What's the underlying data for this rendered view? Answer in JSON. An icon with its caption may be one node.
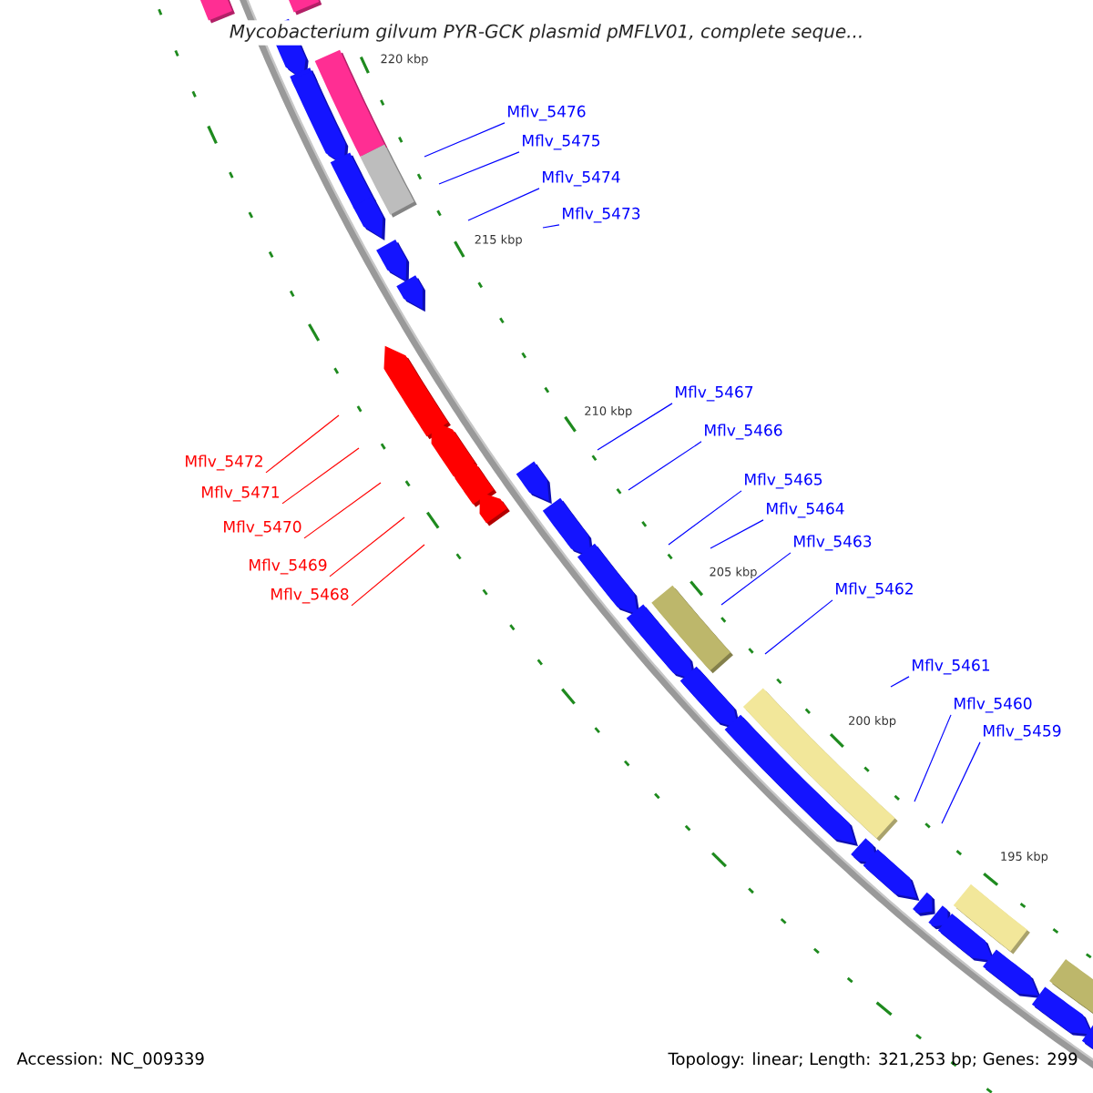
{
  "diagram": {
    "title": "Mycobacterium gilvum PYR-GCK plasmid pMFLV01, complete seque...",
    "nodes": [
      {
        "text": [
          "Mflv_5476"
        ]
      },
      {
        "text": [
          "Mflv_5475"
        ]
      },
      {
        "text": [
          "Mflv_5474"
        ]
      },
      {
        "text": [
          "Mflv_5473"
        ]
      },
      {
        "text": [
          "Mflv_5472"
        ]
      },
      {
        "text": [
          "Mflv_5471"
        ]
      },
      {
        "text": [
          "Mflv_5470"
        ]
      },
      {
        "text": [
          "Mflv_5469"
        ]
      },
      {
        "text": [
          "Mflv_5468"
        ]
      },
      {
        "text": [
          "Mflv_5467"
        ]
      },
      {
        "text": [
          "Mflv_5466"
        ]
      },
      {
        "text": [
          "Mflv_5465"
        ]
      },
      {
        "text": [
          "Mflv_5464"
        ]
      },
      {
        "text": [
          "Mflv_5463"
        ]
      },
      {
        "text": [
          "Mflv_5462"
        ]
      },
      {
        "text": [
          "Mflv_5461"
        ]
      },
      {
        "text": [
          "Mflv_5460"
        ]
      },
      {
        "text": [
          "Mflv_5459"
        ]
      }
    ],
    "edges": [
      {
        "from": 0,
        "to": null,
        "arrow": "none"
      },
      {
        "from": 1,
        "to": null,
        "arrow": "none"
      },
      {
        "from": 2,
        "to": null,
        "arrow": "none"
      },
      {
        "from": 3,
        "to": null,
        "arrow": "none"
      },
      {
        "from": 4,
        "to": null,
        "arrow": "none",
        "color": "#ff0000"
      },
      {
        "from": 5,
        "to": null,
        "arrow": "none",
        "color": "#ff0000"
      },
      {
        "from": 6,
        "to": null,
        "arrow": "none",
        "color": "#ff0000"
      },
      {
        "from": 7,
        "to": null,
        "arrow": "none",
        "color": "#ff0000"
      },
      {
        "from": 8,
        "to": null,
        "arrow": "none",
        "color": "#ff0000"
      },
      {
        "from": 9,
        "to": null,
        "arrow": "none"
      },
      {
        "from": 10,
        "to": null,
        "arrow": "none"
      },
      {
        "from": 11,
        "to": null,
        "arrow": "none"
      },
      {
        "from": 12,
        "to": null,
        "arrow": "none"
      },
      {
        "from": 13,
        "to": null,
        "arrow": "none"
      },
      {
        "from": 14,
        "to": null,
        "arrow": "none"
      },
      {
        "from": 15,
        "to": null,
        "arrow": "none"
      },
      {
        "from": 16,
        "to": null,
        "arrow": "none"
      },
      {
        "from": 17,
        "to": null,
        "arrow": "none"
      }
    ],
    "labels": [
      "220 kbp",
      "215 kbp",
      "210 kbp",
      "205 kbp",
      "200 kbp",
      "195 kbp",
      "Accession: NC_009339",
      "Topology: linear; Length: 321,253 bp; Genes: 299"
    ]
  }
}
